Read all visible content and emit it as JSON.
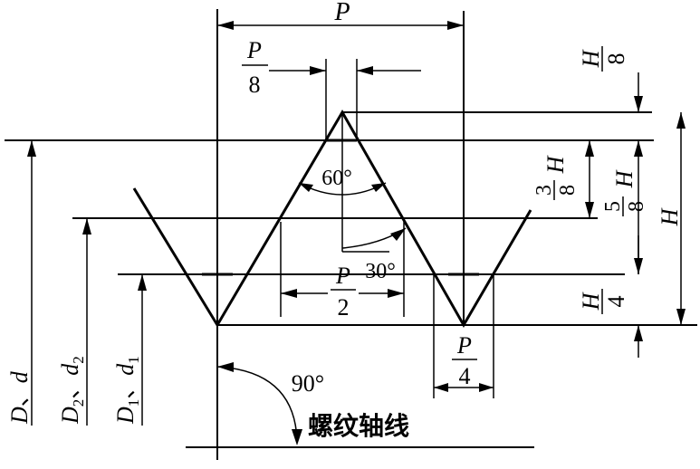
{
  "diagram": {
    "pitch": "P",
    "pitch_eighth": {
      "num": "P",
      "den": "8"
    },
    "pitch_half": {
      "num": "P",
      "den": "2"
    },
    "pitch_quarter": {
      "num": "P",
      "den": "4"
    },
    "height_eighth": {
      "num": "H",
      "den": "8"
    },
    "height_three_eighths": {
      "coef_num": "3",
      "coef_den": "8",
      "sym": "H"
    },
    "height_five_eighths": {
      "coef_num": "5",
      "coef_den": "8",
      "sym": "H"
    },
    "height_quarter": {
      "num": "H",
      "den": "4"
    },
    "height_full": "H",
    "angle_thread": "60°",
    "angle_half": "30°",
    "angle_axis": "90°",
    "major_diameter": {
      "a": "D",
      "sep": "、",
      "b": "d"
    },
    "pitch_diameter": {
      "a": "D",
      "a_sub": "2",
      "sep": "、",
      "b": "d",
      "b_sub": "2"
    },
    "minor_diameter": {
      "a": "D",
      "a_sub": "1",
      "sep": "、",
      "b": "d",
      "b_sub": "1"
    },
    "axis_label": "螺纹轴线"
  }
}
